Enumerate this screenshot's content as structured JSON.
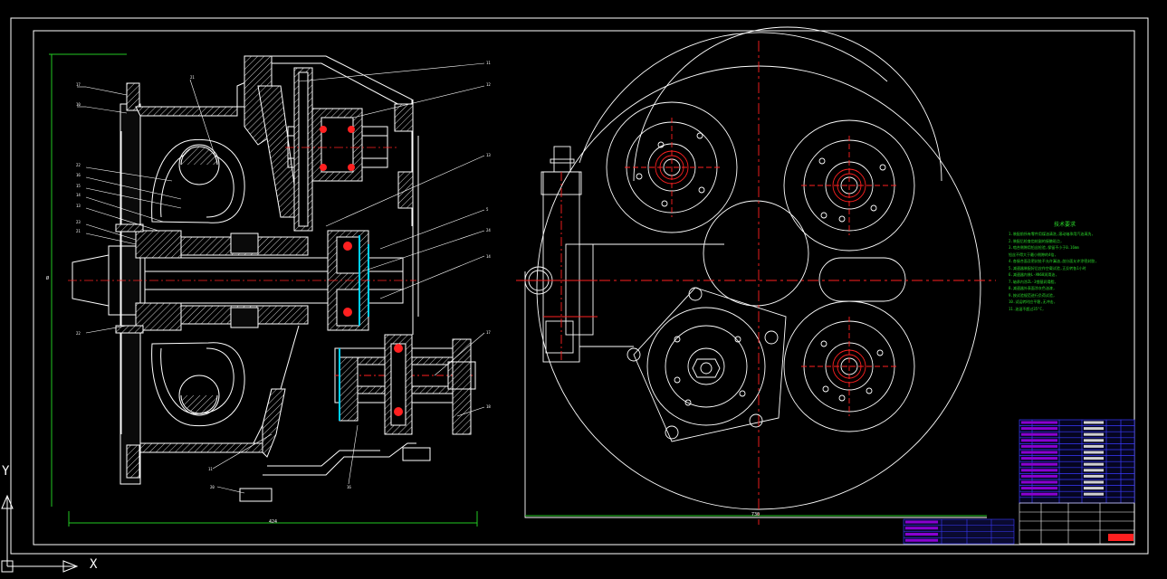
{
  "drawing": {
    "sheet_background": "#000000",
    "colors": {
      "geometry": "#ffffff",
      "hatch": "#ffffff",
      "centerline": "#ff2020",
      "dimension": "#22c922",
      "cyan_detail": "#00d0ff",
      "annotation": "#2bdc2b",
      "table_frame": "#3a3aff",
      "table_fill": "#8a00d0",
      "title_accent": "#ff2020"
    },
    "left_view": {
      "name": "section-view",
      "overall_dim": "424",
      "height_dim": "Ø"
    },
    "right_view": {
      "name": "end-view",
      "overall_dim": "730"
    },
    "notes": {
      "title": "技术要求",
      "lines": [
        "1.装配前所有零件用煤油清洗,滚动轴承用汽油清洗,",
        "2.装配后检查齿轮副的接触斑点,",
        "3.啮合侧隙用铅丝检验,保留不小于0.16mm",
        "  铅丝不得大于最小侧隙的4倍,",
        "4.各接合面及密封处不允许漏油,剖分面允许涂密封胶,",
        "5.减速器装配好后应作空载试验,正反转各1小时",
        "6.减速器内装L-AN68润滑油,",
        "7.轴承内涂ZL-3锂基润滑脂,",
        "8.减速器外表面涂灰色油漆,",
        "9.按试验规范进行负荷试验,",
        "10.试运转时应平稳,无冲击,",
        "11.油温不超过35°C,"
      ]
    },
    "ucs": {
      "x_label": "X",
      "y_label": "Y"
    }
  }
}
